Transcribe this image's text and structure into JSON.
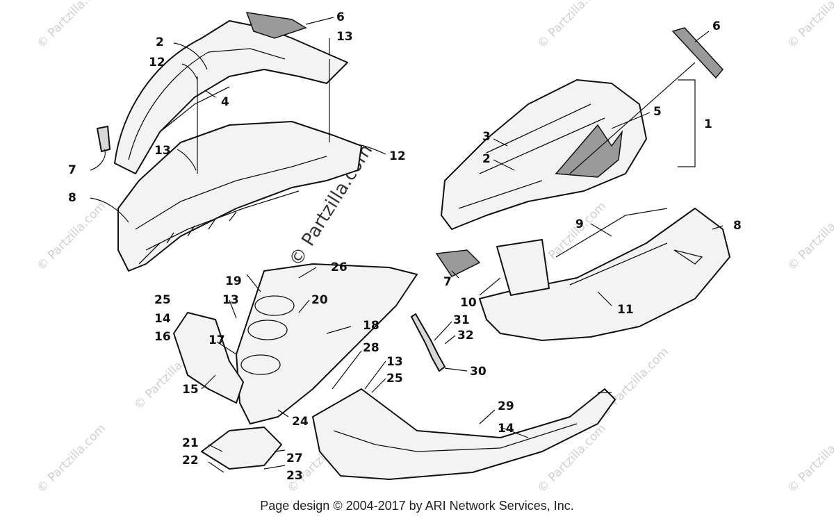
{
  "footer": {
    "copyright": "Page design © 2004-2017 by ARI Network Services, Inc."
  },
  "watermark": {
    "small": "© Partzilla.com",
    "large": "© Partzilla.com"
  },
  "callouts": {
    "c1": "1",
    "c2a": "2",
    "c2b": "2",
    "c3": "3",
    "c4": "4",
    "c5": "5",
    "c6a": "6",
    "c6b": "6",
    "c7a": "7",
    "c7b": "7",
    "c8a": "8",
    "c8b": "8",
    "c9": "9",
    "c10": "10",
    "c11": "11",
    "c12a": "12",
    "c12b": "12",
    "c13a": "13",
    "c13b": "13",
    "c13c": "13",
    "c13d": "13",
    "c14a": "14",
    "c14b": "14",
    "c15": "15",
    "c16": "16",
    "c17": "17",
    "c18": "18",
    "c19": "19",
    "c20": "20",
    "c21": "21",
    "c22": "22",
    "c23": "23",
    "c24": "24",
    "c25a": "25",
    "c25b": "25",
    "c26": "26",
    "c27": "27",
    "c28": "28",
    "c29": "29",
    "c30": "30",
    "c31": "31",
    "c32": "32"
  }
}
